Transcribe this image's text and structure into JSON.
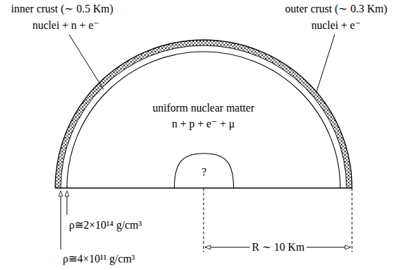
{
  "diagram": {
    "nodes": [
      {
        "text": [
          "uniform nuclear matter",
          "n + p + e⁻ + μ"
        ]
      },
      {
        "text": [
          "?"
        ],
        "in": 0
      }
    ],
    "labels": [
      "inner crust (∼ 0.5 Km)",
      "nuclei + n + e⁻",
      "outer crust (∼ 0.3 Km)",
      "nuclei + e⁻",
      "ρ≅2×10¹⁴ g/cm³",
      "ρ≅4×10¹¹ g/cm³",
      "R ∼ 10 Km"
    ]
  }
}
